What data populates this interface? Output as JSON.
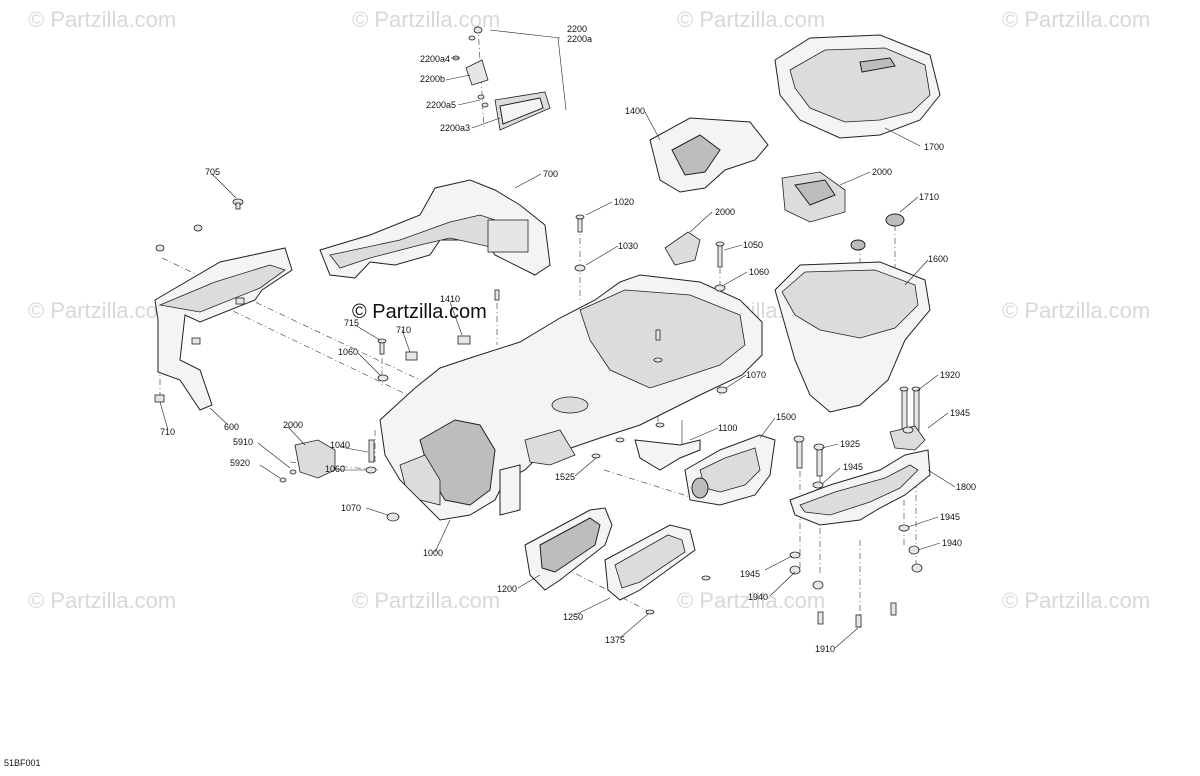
{
  "watermark": {
    "text": "© Partzilla.com",
    "center_text": "© Partzilla.com"
  },
  "diagram_code": "51BF001",
  "callouts": {
    "c2200": "2200",
    "c2200a": "2200a",
    "c2200a4": "2200a4",
    "c2200b": "2200b",
    "c2200a5": "2200a5",
    "c2200a3": "2200a3",
    "c1400": "1400",
    "c1700": "1700",
    "c2000_top": "2000",
    "c1710": "1710",
    "c705": "705",
    "c700": "700",
    "c1020": "1020",
    "c2000_mid": "2000",
    "c1030": "1030",
    "c1050": "1050",
    "c1060_mid": "1060",
    "c1600": "1600",
    "c1410": "1410",
    "c715": "715",
    "c710_mid": "710",
    "c1060_left": "1060",
    "c1070_mid": "1070",
    "c1920": "1920",
    "c1945_a": "1945",
    "c710_left": "710",
    "c600": "600",
    "c1040": "1040",
    "c2000_left": "2000",
    "c5910": "5910",
    "c1060_low": "1060",
    "c5920": "5920",
    "c1100": "1100",
    "c1500": "1500",
    "c1925": "1925",
    "c1945_b": "1945",
    "c1525": "1525",
    "c1800": "1800",
    "c1070_left": "1070",
    "c1945_c": "1945",
    "c1000": "1000",
    "c1940_a": "1940",
    "c1945_d": "1945",
    "c1200": "1200",
    "c1940_b": "1940",
    "c1250": "1250",
    "c1375": "1375",
    "c1910": "1910"
  }
}
